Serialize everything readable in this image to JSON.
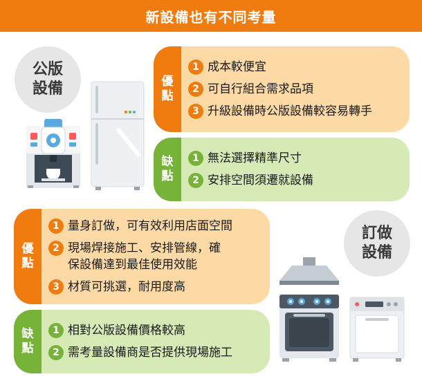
{
  "header": {
    "title": "新設備也有不同考量"
  },
  "public": {
    "label_line1": "公版",
    "label_line2": "設備",
    "pros": {
      "tag_line1": "優",
      "tag_line2": "點",
      "items": [
        {
          "num": "1",
          "text": "成本較便宜"
        },
        {
          "num": "2",
          "text": "可自行組合需求品項"
        },
        {
          "num": "3",
          "text": "升級設備時公版設備較容易轉手"
        }
      ]
    },
    "cons": {
      "tag_line1": "缺",
      "tag_line2": "點",
      "items": [
        {
          "num": "1",
          "text": "無法選擇精準尺寸"
        },
        {
          "num": "2",
          "text": "安排空間須遷就設備"
        }
      ]
    }
  },
  "custom": {
    "label_line1": "訂做",
    "label_line2": "設備",
    "pros": {
      "tag_line1": "優",
      "tag_line2": "點",
      "items": [
        {
          "num": "1",
          "text": "量身訂做，可有效利用店面空間"
        },
        {
          "num": "2",
          "text_line1": "現場焊接施工、安排管線，確",
          "text_line2": "保設備達到最佳使用效能"
        },
        {
          "num": "3",
          "text": "材質可挑選，耐用度高"
        }
      ]
    },
    "cons": {
      "tag_line1": "缺",
      "tag_line2": "點",
      "items": [
        {
          "num": "1",
          "text": "相對公版設備價格較高"
        },
        {
          "num": "2",
          "text": "需考量設備商是否提供現場施工"
        }
      ]
    }
  },
  "colors": {
    "orange": "#f07c10",
    "orange_light": "#fcd9a5",
    "green": "#77b338",
    "green_light": "#d6eab5",
    "circle_gray": "#e6e6e6"
  },
  "icons": [
    "coffee-machine-icon",
    "refrigerator-icon",
    "range-hood-icon",
    "stove-oven-icon",
    "dishwasher-icon"
  ]
}
